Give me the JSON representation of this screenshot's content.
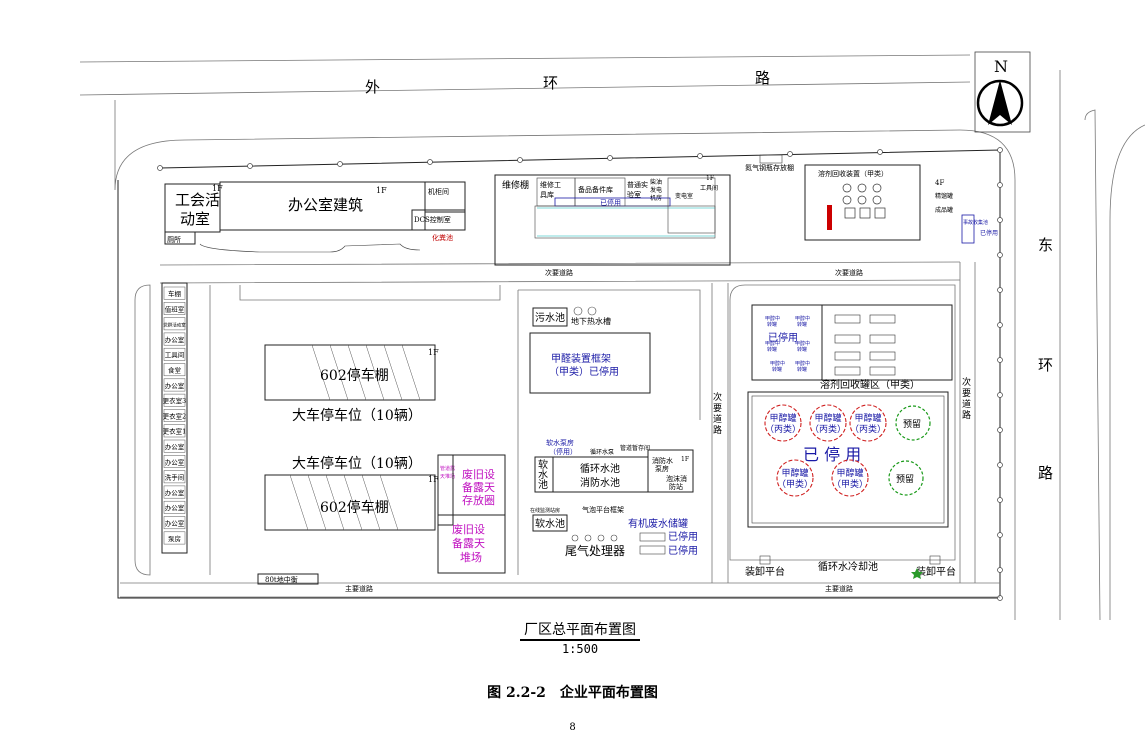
{
  "roads": {
    "outer_ring_1": "外",
    "outer_ring_2": "环",
    "outer_ring_3": "路",
    "east_ring_1": "东",
    "east_ring_2": "环",
    "east_ring_3": "路",
    "secondary_top_left": "次要道路",
    "secondary_top_right": "次要道路",
    "secondary_mid": "次要道路",
    "secondary_right": "次要道路",
    "main_left": "主要道路",
    "main_right": "主要道路"
  },
  "compass": {
    "label": "N"
  },
  "buildings": {
    "union": "工会活动室",
    "union_l1": "工会活",
    "union_l2": "动室",
    "union_floor": "1F",
    "office": "办公室建筑",
    "office_floor": "1F",
    "cabinet": "机柜间",
    "dcs": "DCS控制室",
    "toilet": "厕所",
    "septic": "化粪池",
    "repair_shed": "维修棚",
    "repair_tools_1": "维修工",
    "repair_tools_2": "具库",
    "spare_parts": "备品备件库",
    "lab_1": "普通实",
    "lab_2": "验室",
    "diesel_1": "柴油",
    "diesel_2": "发电",
    "diesel_3": "机房",
    "stopped_bar": "已停用",
    "substation": "变电室",
    "tool_room": "工具间",
    "floor_1f": "1F",
    "nitrogen": "氮气钢瓶存放棚",
    "solvent_recovery": "溶剂回收装置（甲类）",
    "tower_floor": "4F",
    "tower": "精馏罐",
    "product_tank": "成品罐",
    "accident_pool": "事故收集池",
    "stopped_vertical": "已停用"
  },
  "left_column": [
    "车棚",
    "值班室",
    "党群活动室",
    "办公室",
    "工具间",
    "食堂",
    "办公室",
    "更衣室3",
    "更衣室2",
    "更衣室1",
    "办公室",
    "办公室",
    "洗手间",
    "办公室",
    "办公室",
    "办公室",
    "泵房"
  ],
  "center": {
    "parking_shed_top": "602停车棚",
    "parking_big_1": "大车停车位（10辆）",
    "parking_big_2": "大车停车位（10辆）",
    "parking_shed_bottom": "602停车棚",
    "floor_1f_a": "1F",
    "floor_1f_b": "1F",
    "waste_yard_small_1": "管道露",
    "waste_yard_small_2": "天堆场",
    "waste_equip_1a": "废旧设",
    "waste_equip_1b": "备露天",
    "waste_equip_1c": "存放圈",
    "waste_equip_2a": "废旧设",
    "waste_equip_2b": "备露天",
    "waste_equip_2c": "堆场",
    "ground_scale": "80t地中衡",
    "sewage": "污水池",
    "hot_water_tank": "地下热水槽",
    "methanol_frame_1": "甲醛装置框架",
    "methanol_frame_2": "（甲类）已停用",
    "soft_water_pump_1": "软水泵房",
    "soft_water_pump_2": "（停用）",
    "circ_pump": "循环水泵",
    "pipe_storage": "管道暂存间",
    "soft_pool_1": "软",
    "soft_pool_2": "水",
    "soft_pool_3": "池",
    "circ_pool": "循环水池",
    "fire_pool": "消防水池",
    "fire_pump_1": "消防水",
    "fire_pump_2": "泵房",
    "foam_1": "泡沫消",
    "foam_2": "防站",
    "fire_pump_floor": "1F",
    "online_monitor": "在线监测站房",
    "gas_frame": "气泡平台框架",
    "soft_pool_b": "软水池",
    "organic_tank": "有机废水储罐",
    "stopped_1": "已停用",
    "stopped_2": "已停用",
    "tail_gas": "尾气处理器"
  },
  "tank_area": {
    "solvent_tank_area": "溶剂回收罐区（甲类）",
    "stopped": "已停用",
    "main_stopped": "已 停 用",
    "small_tank_1": "甲醇中",
    "small_tank_2": "转罐",
    "big_tanks": [
      {
        "l1": "甲醇罐",
        "l2": "（丙类）"
      },
      {
        "l1": "甲醇罐",
        "l2": "（丙类）"
      },
      {
        "l1": "甲醇罐",
        "l2": "（丙类）"
      },
      {
        "l1": "甲醇罐",
        "l2": "（甲类）"
      },
      {
        "l1": "甲醇罐",
        "l2": "（甲类）"
      }
    ],
    "reserved_1": "预留",
    "reserved_2": "预留",
    "load_platform_1": "装卸平台",
    "cooling_pool": "循环水冷却池",
    "load_platform_2": "装卸平台"
  },
  "titles": {
    "plan_title": "厂区总平面布置图",
    "scale": "1:500",
    "figure_caption": "图 2.2-2　企业平面布置图",
    "page_number": "8"
  }
}
